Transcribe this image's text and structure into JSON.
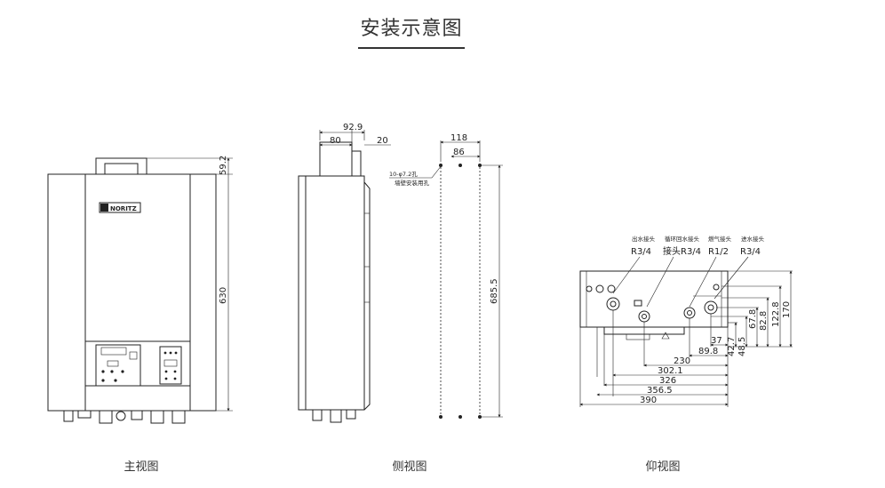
{
  "title": "安装示意图",
  "views": {
    "front": "主视图",
    "side": "侧视图",
    "bottom": "仰视图"
  },
  "brand": "NORITZ",
  "front_dims": {
    "bracket": "59.2",
    "height": "630"
  },
  "side_dims": {
    "a": "92.9",
    "b": "80",
    "c": "20",
    "height": "685.5"
  },
  "hole": {
    "spec": "10-φ7.2孔",
    "note": "墙壁安装用孔",
    "w1": "118",
    "w2": "86"
  },
  "pipes": [
    {
      "name": "出水接头",
      "thread": "R3/4"
    },
    {
      "name": "循环回水接头",
      "thread": "接头R3/4"
    },
    {
      "name": "燃气接头",
      "thread": "R1/2"
    },
    {
      "name": "进水接头",
      "thread": "R3/4"
    }
  ],
  "bottom_dims": {
    "horizontal": [
      "37",
      "89.8",
      "230",
      "302.1",
      "326",
      "356.5",
      "390"
    ],
    "vertical": [
      "42.7",
      "48.5",
      "67.8",
      "82.8",
      "122.8",
      "170"
    ]
  }
}
